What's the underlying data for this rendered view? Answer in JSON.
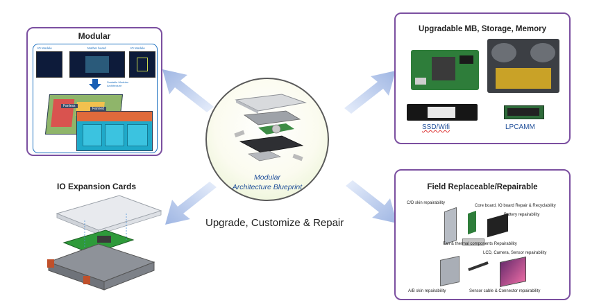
{
  "center": {
    "line1": "Modular",
    "line2": "Architecture Blueprint",
    "caption": "Upgrade, Customize & Repair"
  },
  "modular": {
    "title": "Modular",
    "io_module_left": "IO Module",
    "mother_board": "Mother board",
    "io_module_right": "IO Module",
    "scalable_label": "Scalable Modular Architecture",
    "fanless": "Fanless",
    "fanned": "Fanned"
  },
  "upgradable": {
    "title": "Upgradable MB, Storage, Memory",
    "ssd_label": "SSD/Wifi",
    "lpcamm_label": "LPCAMM"
  },
  "io_cards": {
    "title": "IO Expansion Cards"
  },
  "repair": {
    "title": "Field Replaceable/Repairable",
    "labels": {
      "cd_skin": "C/D skin  repairability",
      "core_board": "Core board, IO board Repair & Recyclability",
      "battery": "Battery  repairability",
      "fan": "Fan & thermal components  Repairability",
      "lcd": "LCD, Camera, Sensor  repairability",
      "ab_skin": "A/B skin  repairability",
      "sensor_cable": "Sensor cable & Connector repairability"
    }
  },
  "colors": {
    "box_border": "#7b4fa0",
    "arrow": "#a9bde6",
    "center_text": "#1f4e99",
    "blueprint_blue": "#1a6fbf"
  }
}
